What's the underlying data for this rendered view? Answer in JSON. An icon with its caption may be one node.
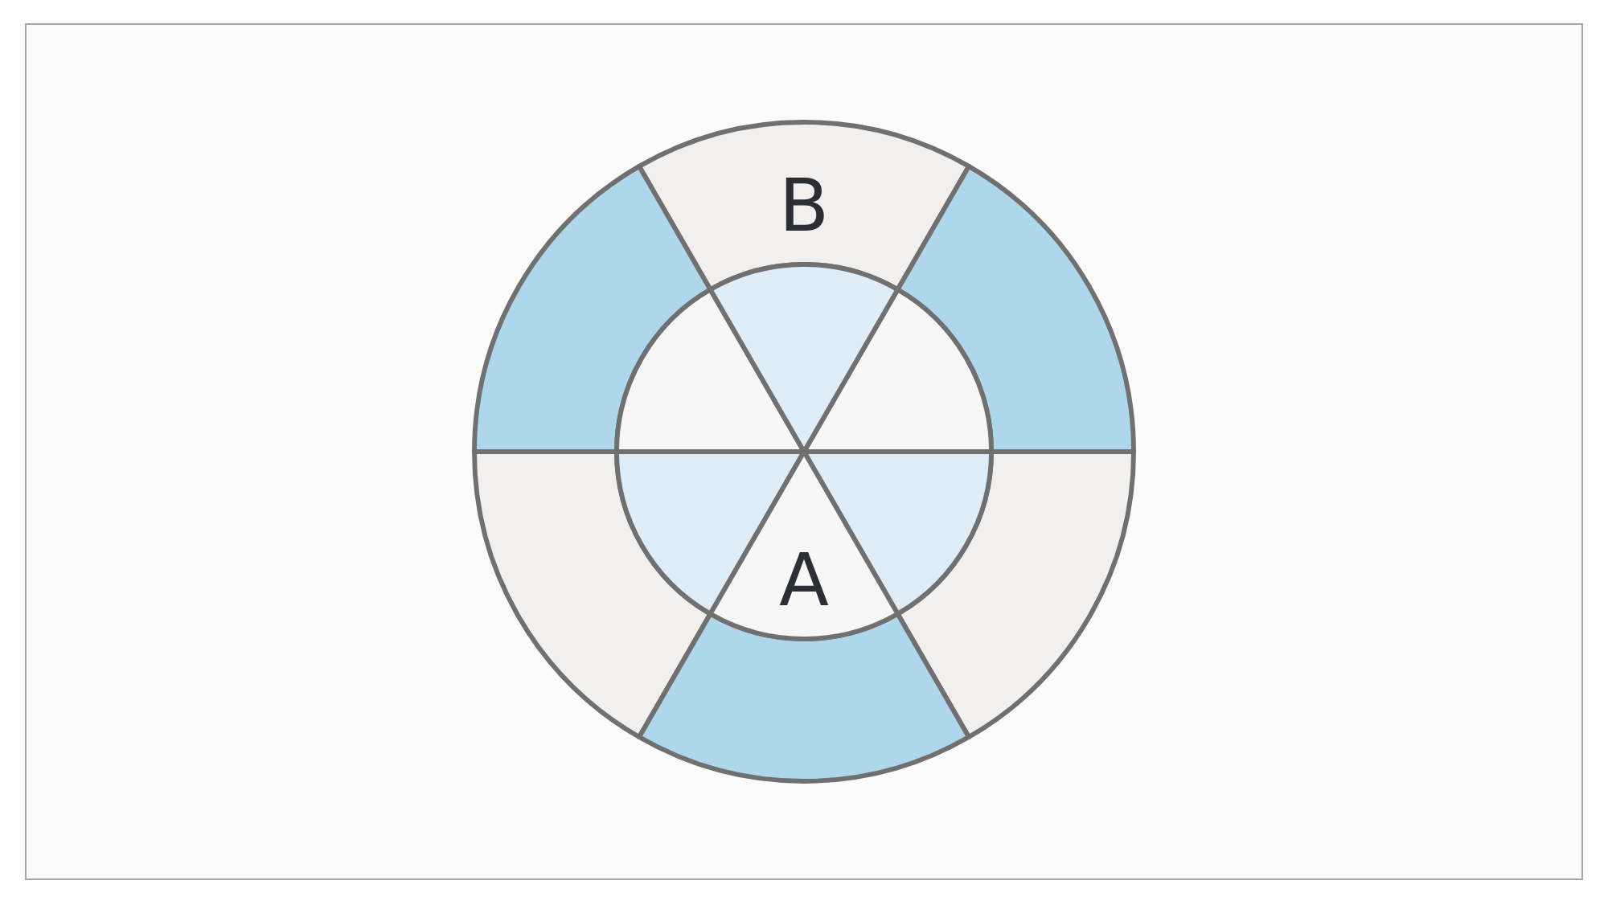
{
  "diagram": {
    "nodes": [
      {
        "text": [
          "B"
        ]
      },
      {
        "text": [],
        "shape": "sector"
      },
      {
        "text": [],
        "shape": "sector"
      },
      {
        "text": [],
        "shape": "sector"
      },
      {
        "text": [],
        "shape": "sector"
      },
      {
        "text": [],
        "shape": "sector"
      },
      {
        "text": [],
        "shape": "sector"
      },
      {
        "text": [],
        "shape": "sector"
      },
      {
        "text": [
          "A"
        ]
      },
      {
        "text": [],
        "shape": "sector"
      },
      {
        "text": [],
        "shape": "sector"
      },
      {
        "text": [],
        "shape": "sector"
      }
    ],
    "edges": []
  }
}
